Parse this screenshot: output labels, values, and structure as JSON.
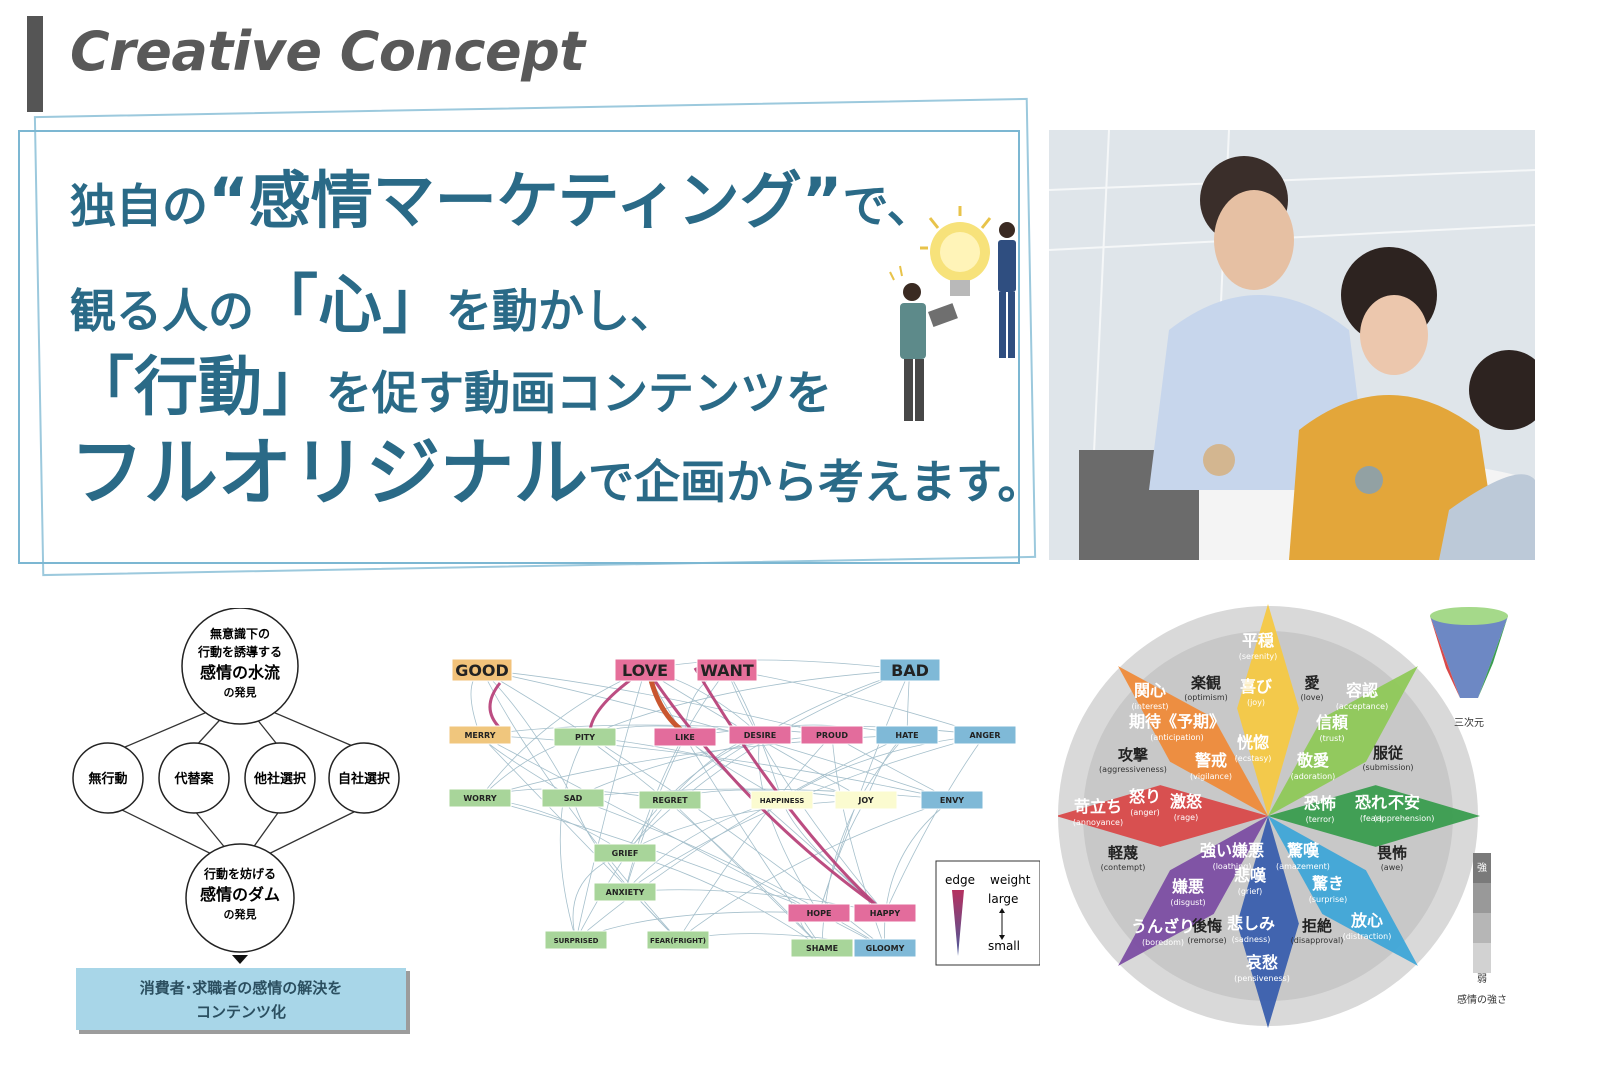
{
  "header": {
    "title": "Creative Concept"
  },
  "message": {
    "line1_pre": "独自の",
    "line1_big": "“感情マーケティング”",
    "line1_post": "で、",
    "line2_pre": "観る人の",
    "line2_big": "「心」",
    "line2_post": "を動かし、",
    "line3_big": "「行動」",
    "line3_post": "を促す動画コンテンツを",
    "line4_big": "フルオリジナル",
    "line4_post": "で企画から考えます。"
  },
  "flow": {
    "top_circle": [
      "無意識下の",
      "行動を誘導する",
      "感情の水流",
      "の発見"
    ],
    "options": [
      "無行動",
      "代替案",
      "他社選択",
      "自社選択"
    ],
    "bottom_circle": [
      "行動を妨げる",
      "感情のダム",
      "の発見"
    ],
    "result": [
      "消費者･求職者の感情の解決を",
      "コンテンツ化"
    ]
  },
  "network": {
    "top_nodes": [
      "GOOD",
      "LOVE",
      "WANT",
      "BAD"
    ],
    "nodes": [
      "MERRY",
      "PITY",
      "LIKE",
      "DESIRE",
      "PROUD",
      "HATE",
      "ANGER",
      "WORRY",
      "SAD",
      "REGRET",
      "HAPPINESS",
      "JOY",
      "ENVY",
      "GRIEF",
      "ANXIETY",
      "SURPRISED",
      "FEAR(FRIGHT)",
      "HOPE",
      "HAPPY",
      "SHAME",
      "GLOOMY"
    ],
    "legend": {
      "edge": "edge",
      "weight": "weight",
      "large": "large",
      "small": "small"
    }
  },
  "wheel": {
    "petals": [
      {
        "jp": "平穏",
        "en": "(serenity)"
      },
      {
        "jp": "喜び",
        "en": "(joy)"
      },
      {
        "jp": "恍惚",
        "en": "(ecstasy)"
      },
      {
        "jp": "容認",
        "en": "(acceptance)"
      },
      {
        "jp": "信頼",
        "en": "(trust)"
      },
      {
        "jp": "敬愛",
        "en": "(adoration)"
      },
      {
        "jp": "不安",
        "en": "(apprehension)"
      },
      {
        "jp": "恐れ",
        "en": "(fear)"
      },
      {
        "jp": "恐怖",
        "en": "(terror)"
      },
      {
        "jp": "放心",
        "en": "(distraction)"
      },
      {
        "jp": "驚き",
        "en": "(surprise)"
      },
      {
        "jp": "驚嘆",
        "en": "(amazement)"
      },
      {
        "jp": "哀愁",
        "en": "(pensiveness)"
      },
      {
        "jp": "悲しみ",
        "en": "(sadness)"
      },
      {
        "jp": "悲嘆",
        "en": "(grief)"
      },
      {
        "jp": "うんざり",
        "en": "(boredom)"
      },
      {
        "jp": "嫌悪",
        "en": "(disgust)"
      },
      {
        "jp": "強い嫌悪",
        "en": "(loathing)"
      },
      {
        "jp": "苛立ち",
        "en": "(annoyance)"
      },
      {
        "jp": "怒り",
        "en": "(anger)"
      },
      {
        "jp": "激怒",
        "en": "(rage)"
      },
      {
        "jp": "関心",
        "en": "(interest)"
      },
      {
        "jp": "期待《予期》",
        "en": "(anticipation)"
      },
      {
        "jp": "警戒",
        "en": "(vigilance)"
      }
    ],
    "combos": [
      {
        "jp": "楽観",
        "en": "(optimism)"
      },
      {
        "jp": "愛",
        "en": "(love)"
      },
      {
        "jp": "服従",
        "en": "(submission)"
      },
      {
        "jp": "畏怖",
        "en": "(awe)"
      },
      {
        "jp": "拒絶",
        "en": "(disapproval)"
      },
      {
        "jp": "後悔",
        "en": "(remorse)"
      },
      {
        "jp": "軽蔑",
        "en": "(contempt)"
      },
      {
        "jp": "攻撃",
        "en": "(aggressiveness)"
      }
    ],
    "side": {
      "three_d": "三次元",
      "strong": "強",
      "weak": "弱",
      "intensity": "感情の強さ"
    },
    "colors": [
      "#f6c945",
      "#8fc959",
      "#3a9d4f",
      "#3fa6d8",
      "#3a5fae",
      "#7c4ea3",
      "#d94a4a",
      "#ef8b3a"
    ]
  }
}
